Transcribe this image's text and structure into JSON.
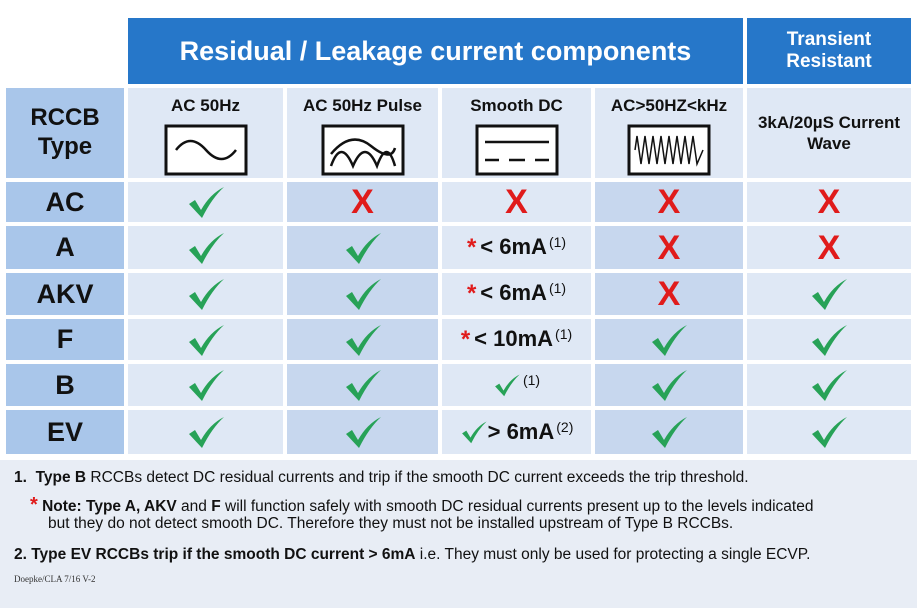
{
  "header": {
    "main_title": "Residual / Leakage current components",
    "transient_title": "Transient Resistant"
  },
  "corner_label": "RCCB Type",
  "columns": [
    {
      "label": "AC 50Hz",
      "icon": "sine-wave-icon"
    },
    {
      "label": "AC 50Hz Pulse",
      "icon": "pulsed-wave-icon"
    },
    {
      "label": "Smooth DC",
      "icon": "smooth-dc-icon"
    },
    {
      "label": "AC>50HZ<kHz",
      "icon": "high-frequency-wave-icon"
    },
    {
      "label": "3kA/20µS Current Wave",
      "icon": ""
    }
  ],
  "rows": [
    {
      "type": "AC",
      "cells": [
        {
          "kind": "check"
        },
        {
          "kind": "cross"
        },
        {
          "kind": "cross"
        },
        {
          "kind": "cross"
        },
        {
          "kind": "cross"
        }
      ]
    },
    {
      "type": "A",
      "cells": [
        {
          "kind": "check"
        },
        {
          "kind": "check"
        },
        {
          "kind": "text",
          "star": true,
          "check": false,
          "text": "< 6mA",
          "note": "(1)"
        },
        {
          "kind": "cross"
        },
        {
          "kind": "cross"
        }
      ]
    },
    {
      "type": "AKV",
      "cells": [
        {
          "kind": "check"
        },
        {
          "kind": "check"
        },
        {
          "kind": "text",
          "star": true,
          "check": false,
          "text": "< 6mA",
          "note": "(1)"
        },
        {
          "kind": "cross"
        },
        {
          "kind": "check"
        }
      ]
    },
    {
      "type": "F",
      "cells": [
        {
          "kind": "check"
        },
        {
          "kind": "check"
        },
        {
          "kind": "text",
          "star": true,
          "check": false,
          "text": "< 10mA",
          "note": "(1)"
        },
        {
          "kind": "check"
        },
        {
          "kind": "check"
        }
      ]
    },
    {
      "type": "B",
      "cells": [
        {
          "kind": "check"
        },
        {
          "kind": "check"
        },
        {
          "kind": "text",
          "star": false,
          "check": true,
          "text": "",
          "note": "(1)"
        },
        {
          "kind": "check"
        },
        {
          "kind": "check"
        }
      ]
    },
    {
      "type": "EV",
      "cells": [
        {
          "kind": "check"
        },
        {
          "kind": "check"
        },
        {
          "kind": "text",
          "star": false,
          "check": true,
          "text": "> 6mA",
          "note": "(2)"
        },
        {
          "kind": "check"
        },
        {
          "kind": "check"
        }
      ]
    }
  ],
  "symbols": {
    "cross": "X",
    "star": "*"
  },
  "colors": {
    "header_blue": "#2677c9",
    "row_label_blue": "#a9c6ea",
    "check_green": "#27a257",
    "cross_red": "#e01b1b"
  },
  "notes": {
    "n1_num": "1.",
    "n1_bold": "Type B",
    "n1_text": " RCCBs detect DC residual currents and trip if the smooth DC current exceeds the trip threshold.",
    "n1_star": "*",
    "n1_note_bold": "Note: Type A, AKV",
    "n1_note_and": " and ",
    "n1_note_f": "F",
    "n1_note_text": " will function safely with smooth DC residual currents present up to the levels indicated",
    "n1_cont": "but they do not detect smooth DC.  Therefore they must not be installed upstream of Type B RCCBs.",
    "n2_bold": "2. Type EV RCCBs trip if the smooth DC current > 6mA",
    "n2_text": " i.e. They must only be used for protecting a single ECVP.",
    "ref": "Doepke/CLA 7/16  V-2"
  }
}
